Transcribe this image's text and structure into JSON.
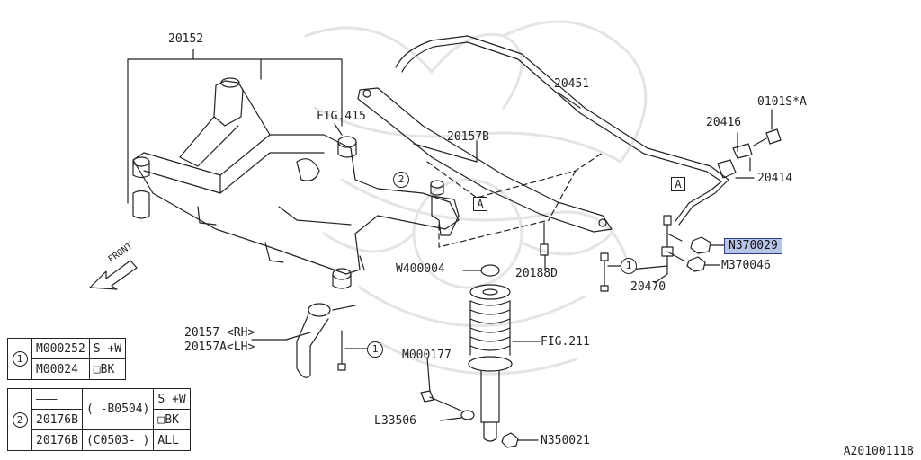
{
  "labels": {
    "p20152": "20152",
    "fig415": "FIG.415",
    "p20157b": "20157B",
    "p20451": "20451",
    "p0101s": "0101S*A",
    "p20416": "20416",
    "p20414": "20414",
    "n370029": "N370029",
    "m370046": "M370046",
    "p20470": "20470",
    "w400004": "W400004",
    "p20188d": "20188D",
    "p20157": "20157 <RH>",
    "p20157a": "20157A<LH>",
    "fig211": "FIG.211",
    "m000177": "M000177",
    "l33506": "L33506",
    "n350021": "N350021",
    "front": "FRONT",
    "diagram_code": "A201001118"
  },
  "refs": {
    "box_a": "A",
    "circle_1": "1",
    "circle_2": "2"
  },
  "legend1": {
    "marker": "1",
    "rows": [
      [
        "M000252",
        "S +W"
      ],
      [
        "M00024",
        "□BK"
      ]
    ]
  },
  "legend2": {
    "marker": "2",
    "rows": [
      [
        "———",
        "(    -B0504)",
        "S +W"
      ],
      [
        "20176B",
        "",
        "□BK"
      ],
      [
        "20176B",
        "(C0503-    )",
        "ALL"
      ]
    ]
  },
  "colors": {
    "highlight_bg": "#b8c3e8",
    "highlight_border": "#2a3d8f",
    "line": "#222222",
    "watermark": "#e6e6e6"
  }
}
